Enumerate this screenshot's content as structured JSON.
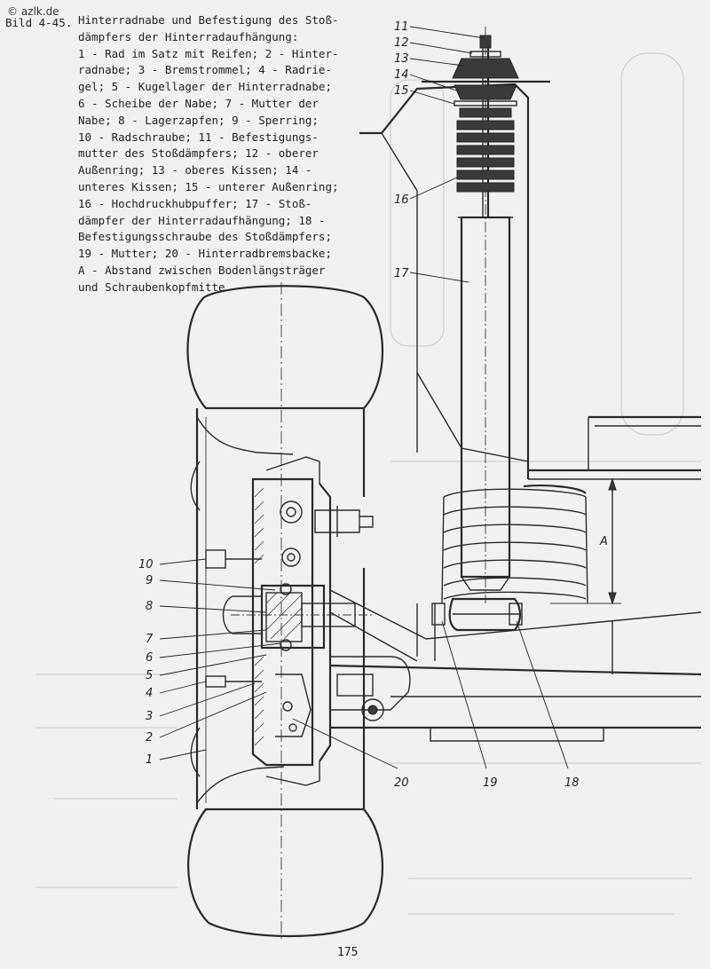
{
  "watermark": "© azlk.de",
  "figure": {
    "label": "Bild 4-45.",
    "caption_lines": [
      "Hinterradnabe und Befestigung des Stoß-",
      "dämpfers der Hinterradaufhängung:",
      "1 - Rad im Satz mit Reifen; 2 - Hinter-",
      "radnabe; 3 - Bremstrommel; 4 - Radrie-",
      "gel; 5 - Kugellager der Hinterradnabe;",
      "6 - Scheibe der Nabe; 7 - Mutter der",
      "Nabe; 8 - Lagerzapfen; 9 - Sperring;",
      "10 - Radschraube; 11 - Befestigungs-",
      "mutter des Stoßdämpfers; 12 - oberer",
      "Außenring; 13 - oberes Kissen; 14 -",
      "unteres Kissen; 15 - unterer Außenring;",
      "16 - Hochdruckhubpuffer; 17 - Stoß-",
      "dämpfer der Hinterradaufhängung; 18 -",
      "Befestigungsschraube des Stoßdämpfers;",
      "19 - Mutter; 20 - Hinterradbremsbacke;",
      "A - Abstand zwischen Bodenlängsträger",
      "und Schraubenkopfmitte"
    ]
  },
  "callouts": {
    "c1": "1",
    "c2": "2",
    "c3": "3",
    "c4": "4",
    "c5": "5",
    "c6": "6",
    "c7": "7",
    "c8": "8",
    "c9": "9",
    "c10": "10",
    "c11": "11",
    "c12": "12",
    "c13": "13",
    "c14": "14",
    "c15": "15",
    "c16": "16",
    "c17": "17",
    "c18": "18",
    "c19": "19",
    "c20": "20",
    "cA": "A"
  },
  "page_number": "175"
}
